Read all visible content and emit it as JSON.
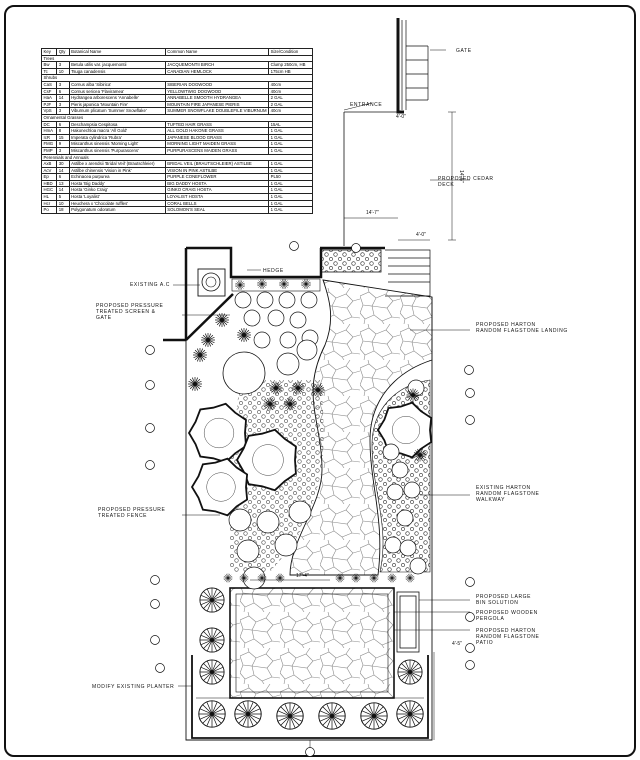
{
  "table": {
    "headers": [
      "Key",
      "Qty",
      "Botanical Name",
      "Common Name",
      "Size/Condition"
    ],
    "rows": [
      {
        "section": "Trees"
      },
      {
        "key": "Bw",
        "qty": "3",
        "botanical": "Betula utilis var. jacquemontii",
        "common": "JACQUEMONTII BIRCH",
        "size": "Clump 250cm, HB"
      },
      {
        "key": "Tc",
        "qty": "10",
        "botanical": "Tsuga canadensis",
        "common": "CANADIAN HEMLOCK",
        "size": "175cm HB"
      },
      {
        "section": "Shrubs"
      },
      {
        "key": "CaS",
        "qty": "3",
        "botanical": "Cornus alba 'Sibirica'",
        "common": "SIBERIAN DOGWOOD",
        "size": "40cm"
      },
      {
        "key": "CsF",
        "qty": "6",
        "botanical": "Cornus sericea 'Flaviramea'",
        "common": "YELLOWTWIG DOGWOOD",
        "size": "40cm"
      },
      {
        "key": "HaA",
        "qty": "14",
        "botanical": "Hydrangea arborescens 'Annabelle'",
        "common": "ANNABELLE SMOOTH HYDRANGEA",
        "size": "2 GAL"
      },
      {
        "key": "PJF",
        "qty": "3",
        "botanical": "Pieris japonica 'Mountain Fire'",
        "common": "MOUNTAIN FIRE JAPANESE PIERIS",
        "size": "2 GAL"
      },
      {
        "key": "VpS",
        "qty": "3",
        "botanical": "Viburnum plicatum 'Summer Snowflake'",
        "common": "SUMMER SNOWFLAKE DOUBLEFILE VIBURNUM",
        "size": "40cm"
      },
      {
        "section": "Ornamental Grasses"
      },
      {
        "key": "DC",
        "qty": "6",
        "botanical": "Deschampsia Cespitosa",
        "common": "TUFTED HAIR GRASS",
        "size": "15AL"
      },
      {
        "key": "HmA",
        "qty": "8",
        "botanical": "Hakonechloa macra 'All Gold'",
        "common": "ALL GOLD HAKONE GRASS",
        "size": "1 GAL"
      },
      {
        "key": "IcR",
        "qty": "15",
        "botanical": "Imperata cylindrica 'Rubra'",
        "common": "JAPANESE BLOOD GRASS",
        "size": "1 GAL"
      },
      {
        "key": "FMG",
        "qty": "9",
        "botanical": "Miscanthus sinensis 'Morning Light'",
        "common": "MORNING LIGHT MAIDEN GRASS",
        "size": "1 GAL"
      },
      {
        "key": "FMP",
        "qty": "3",
        "botanical": "Miscanthus sinensis 'Purpurascens'",
        "common": "PURPURASCENS MAIDEN GRASS",
        "size": "1 GAL"
      },
      {
        "section": "Perennials and Annuals"
      },
      {
        "key": "AxB",
        "qty": "30",
        "botanical": "Astilbe x arendsii 'Bridal Veil' (Brautschleier)",
        "common": "BRIDAL VEIL (BRAUTSCHLEIER) ASTILBE",
        "size": "1 GAL"
      },
      {
        "key": "AcV",
        "qty": "14",
        "botanical": "Astilbe chinensis 'Vision in Pink'",
        "common": "VISION IN PINK ASTILBE",
        "size": "1 GAL"
      },
      {
        "key": "Ep",
        "qty": "6",
        "botanical": "Echinacea purpurea",
        "common": "PURPLE CONEFLOWER",
        "size": "PL50"
      },
      {
        "key": "HBD",
        "qty": "13",
        "botanical": "Hosta 'Big Daddy'",
        "common": "BIG DADDY HOSTA",
        "size": "1 GAL"
      },
      {
        "key": "HGC",
        "qty": "14",
        "botanical": "Hosta 'Ginko Craig'",
        "common": "GINKO CRAIG HOSTA",
        "size": "1 GAL"
      },
      {
        "key": "HL",
        "qty": "5",
        "botanical": "Hosta 'Loyalist'",
        "common": "LOYALIST HOSTA",
        "size": "1 GAL"
      },
      {
        "key": "Hcr",
        "qty": "10",
        "botanical": "Heuchera x 'Chocolate ruffles'",
        "common": "CORAL BELLS",
        "size": "1 GAL"
      },
      {
        "key": "Po",
        "qty": "18",
        "botanical": "Polygonatum odoratum",
        "common": "SOLOMON'S SEAL",
        "size": "1 GAL"
      }
    ]
  },
  "labels": {
    "gate": "GATE",
    "entrance": "ENTRANCE",
    "deck": "PROPOSED CEDAR\nDECK",
    "hedge": "HEDGE",
    "existing_ac": "EXISTING A.C",
    "screen": "PROPOSED PRESSURE\nTREATED SCREEN &\nGATE",
    "landing": "PROPOSED HARTON\nRANDOM FLAGSTONE LANDING",
    "walkway": "EXISTING HARTON\nRANDOM FLAGSTONE\nWALKWAY",
    "fence": "PROPOSED PRESSURE\nTREATED FENCE",
    "bin": "PROPOSED LARGE\nBIN SOLUTION",
    "pergola": "PROPOSED WOODEN\nPERGOLA",
    "patio": "PROPOSED HARTON\nRANDOM FLAGSTONE\nPATIO",
    "planter": "MODIFY EXISTING PLANTER"
  },
  "dimensions": {
    "d1": "4'-0\"",
    "d2": "14'-5\"",
    "d3": "14'-7\"",
    "d4": "4'-0\"",
    "d5": "4'-5\"",
    "d6": "17'-4\""
  },
  "colors": {
    "line": "#111111",
    "paving": "#7a7a7a"
  }
}
